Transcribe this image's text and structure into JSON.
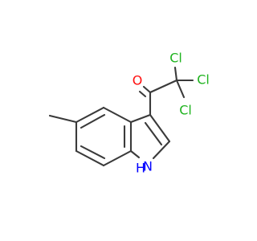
{
  "molecule": {
    "atoms": {
      "oxygen": {
        "label": "O",
        "color": "#ff0d0d"
      },
      "chlorine_top": {
        "label": "Cl",
        "color": "#1fb31f"
      },
      "chlorine_right": {
        "label": "Cl",
        "color": "#1fb31f"
      },
      "chlorine_bottom": {
        "label": "Cl",
        "color": "#1fb31f"
      },
      "nitrogen": {
        "label": "N",
        "color": "#0000ff"
      },
      "hydrogen": {
        "label": "H",
        "color": "#0000ff"
      }
    },
    "bond_color": "#3a3a3a",
    "background": "#ffffff"
  }
}
